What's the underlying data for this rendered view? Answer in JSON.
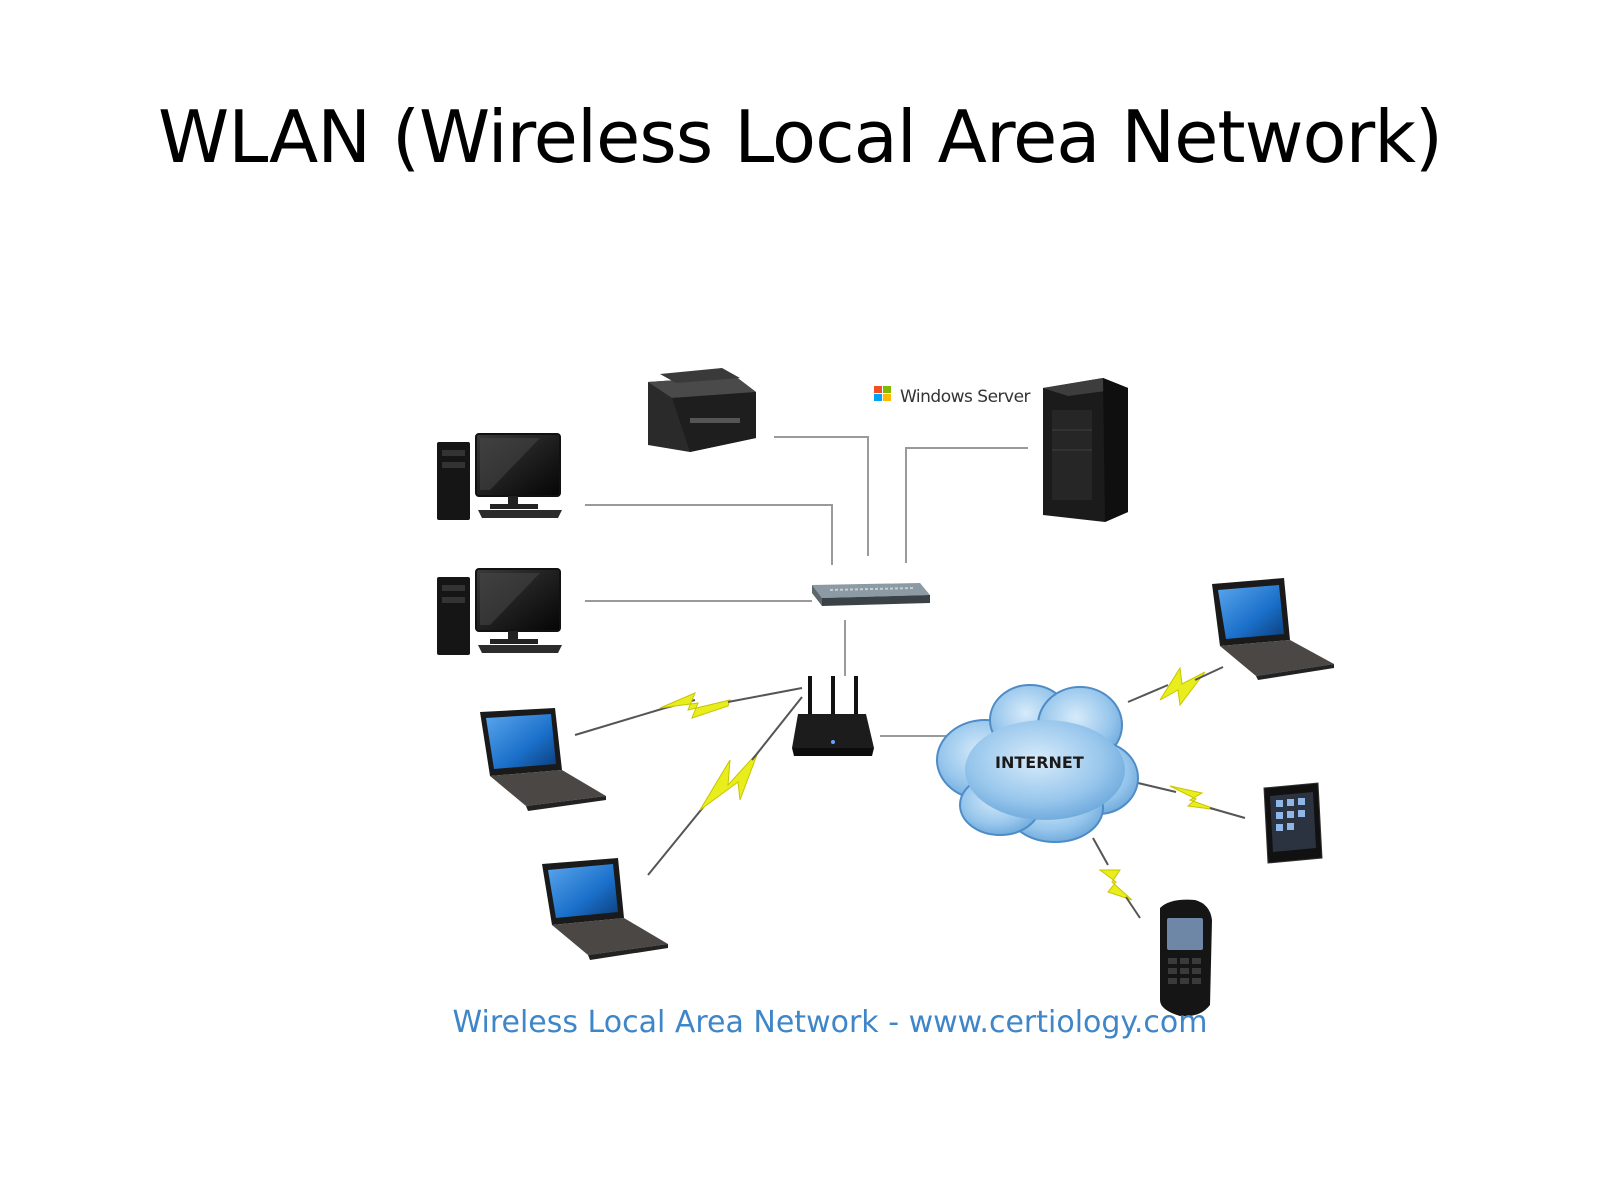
{
  "slide": {
    "title": "WLAN (Wireless Local Area Network)",
    "caption": "Wireless Local Area Network  - www.certiology.com"
  },
  "diagram": {
    "server_brand_label": "Windows Server",
    "cloud_label": "INTERNET"
  },
  "colors": {
    "caption": "#3f86c9",
    "wire": "#9a9a9a",
    "lightning": "#e8ee1c",
    "cloud": "#8dbde6",
    "device": "#1c1c1c",
    "screen": "#1a6fc9"
  }
}
